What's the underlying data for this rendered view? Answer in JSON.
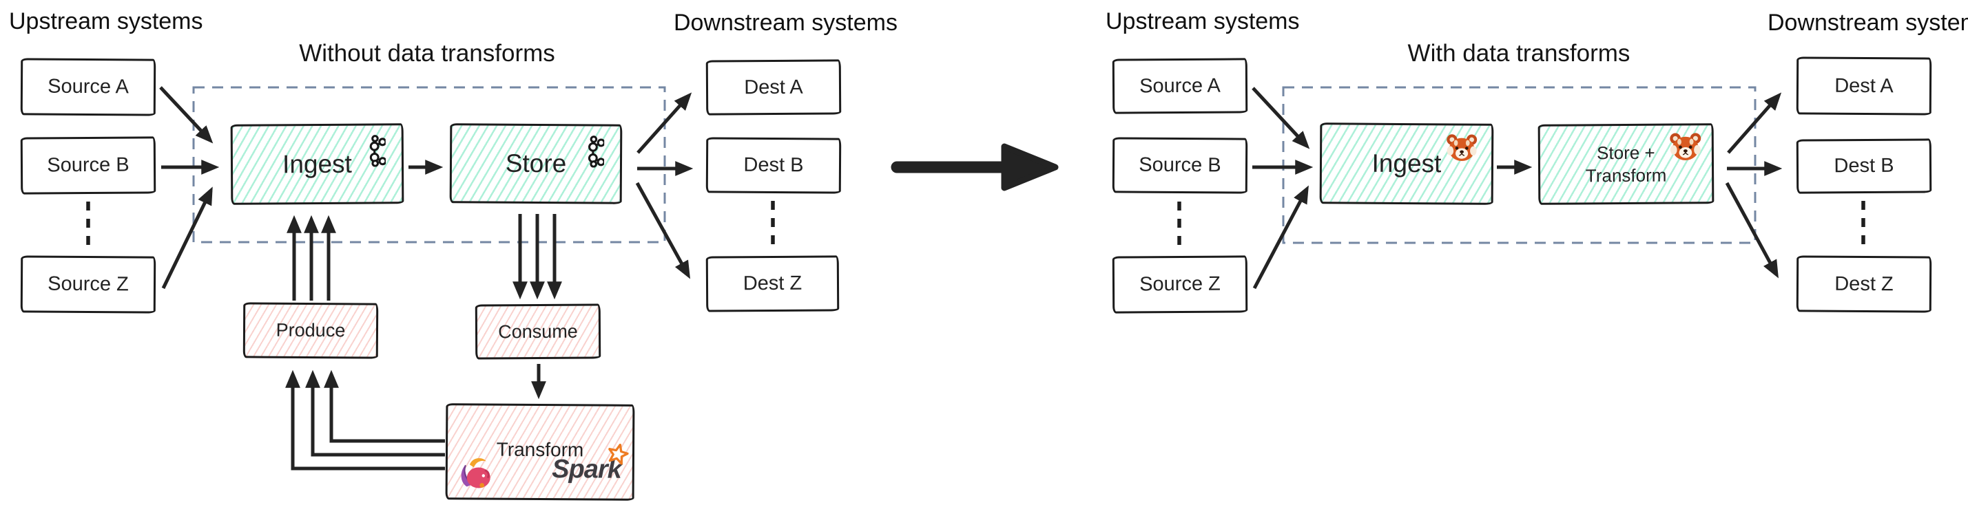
{
  "diagram": {
    "left": {
      "upstream_label": "Upstream systems",
      "downstream_label": "Downstream systems",
      "title": "Without data transforms",
      "sources": [
        "Source A",
        "Source B",
        "Source Z"
      ],
      "dests": [
        "Dest A",
        "Dest B",
        "Dest Z"
      ],
      "ingest_label": "Ingest",
      "store_label": "Store",
      "produce_label": "Produce",
      "consume_label": "Consume",
      "transform_label": "Transform",
      "spark_label": "Spark"
    },
    "right": {
      "upstream_label": "Upstream systems",
      "downstream_label": "Downstream systems",
      "title": "With data transforms",
      "sources": [
        "Source A",
        "Source B",
        "Source Z"
      ],
      "dests": [
        "Dest A",
        "Dest B",
        "Dest Z"
      ],
      "ingest_label": "Ingest",
      "store_transform_line1": "Store +",
      "store_transform_line2": "Transform"
    },
    "icons": {
      "kafka": "kafka-icon",
      "redpanda": "red-panda-icon",
      "flink": "flink-squirrel-icon",
      "spark": "spark-star-icon"
    },
    "colors": {
      "pipeline_hatch": "#69e3b9",
      "worker_hatch": "#f3a59e",
      "dashed_container": "#7487a3",
      "arrow": "#232323",
      "text": "#1d1d1d",
      "spark_orange": "#ee7b22",
      "spark_text": "#3f3d42"
    }
  }
}
